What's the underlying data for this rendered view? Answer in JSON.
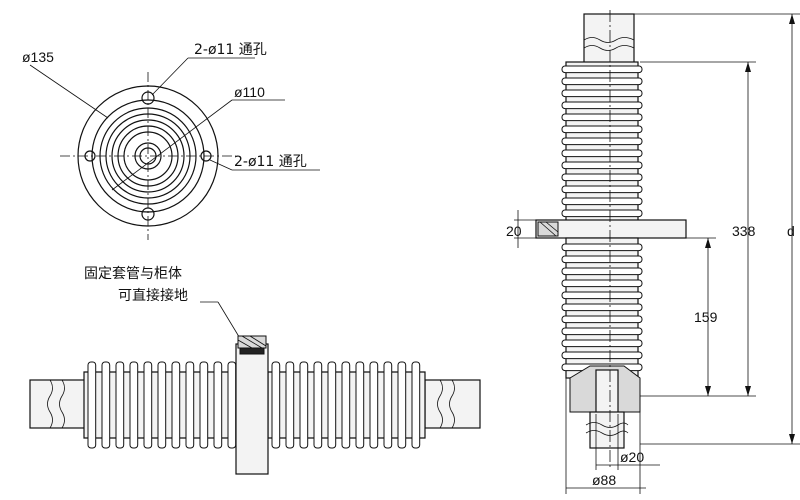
{
  "top_view": {
    "dia_outer": "ø135",
    "hole_top": "2-ø11 通孔",
    "dia_mid": "ø110",
    "hole_side": "2-ø11 通孔"
  },
  "side_view": {
    "note_line1": "固定套管与柜体",
    "note_line2": "可直接接地"
  },
  "front_view": {
    "dim_flange": "20",
    "dim_upper": "338",
    "dim_d": "d",
    "dim_lower": "159",
    "dim_inner": "ø20",
    "dim_base": "ø88"
  }
}
